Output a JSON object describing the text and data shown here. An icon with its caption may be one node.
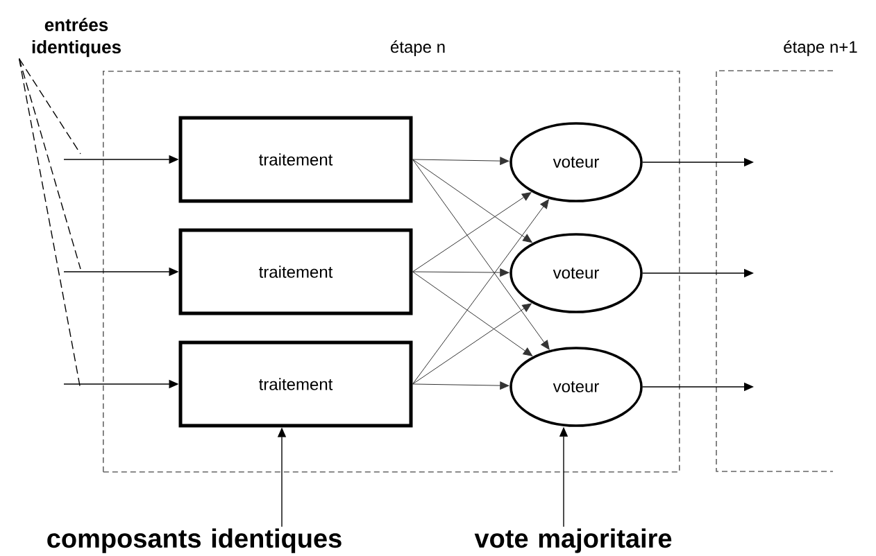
{
  "diagram": {
    "nodes": [
      {
        "text": [
          "étape n"
        ]
      },
      {
        "text": [
          "étape n+1"
        ]
      },
      {
        "text": [
          "traitement"
        ],
        "in": 0
      },
      {
        "text": [
          "traitement"
        ],
        "in": 0
      },
      {
        "text": [
          "traitement"
        ],
        "in": 0
      },
      {
        "text": [
          "voteur"
        ],
        "in": 0
      },
      {
        "text": [
          "voteur"
        ],
        "in": 0
      },
      {
        "text": [
          "voteur"
        ],
        "in": 0
      },
      {
        "text": [
          "entrées identiques"
        ]
      },
      {
        "text": [
          "composants identiques"
        ]
      },
      {
        "text": [
          "vote majoritaire"
        ]
      }
    ],
    "edges": [
      {
        "from": null,
        "to": 2,
        "arrow": "to"
      },
      {
        "from": null,
        "to": 3,
        "arrow": "to"
      },
      {
        "from": null,
        "to": 4,
        "arrow": "to"
      },
      {
        "from": 2,
        "to": 5,
        "arrow": "to"
      },
      {
        "from": 2,
        "to": 6,
        "arrow": "to"
      },
      {
        "from": 2,
        "to": 7,
        "arrow": "to"
      },
      {
        "from": 3,
        "to": 5,
        "arrow": "to"
      },
      {
        "from": 3,
        "to": 6,
        "arrow": "to"
      },
      {
        "from": 3,
        "to": 7,
        "arrow": "to"
      },
      {
        "from": 4,
        "to": 5,
        "arrow": "to"
      },
      {
        "from": 4,
        "to": 6,
        "arrow": "to"
      },
      {
        "from": 4,
        "to": 7,
        "arrow": "to"
      },
      {
        "from": 5,
        "to": 1,
        "arrow": "to"
      },
      {
        "from": 6,
        "to": 1,
        "arrow": "to"
      },
      {
        "from": 7,
        "to": 1,
        "arrow": "to"
      },
      {
        "from": 8,
        "to": null,
        "arrow": "none",
        "style": "dashed"
      },
      {
        "from": 8,
        "to": null,
        "arrow": "none",
        "style": "dashed"
      },
      {
        "from": 8,
        "to": null,
        "arrow": "none",
        "style": "dashed"
      },
      {
        "from": 9,
        "to": 4,
        "arrow": "to"
      },
      {
        "from": 10,
        "to": 7,
        "arrow": "to"
      }
    ]
  }
}
